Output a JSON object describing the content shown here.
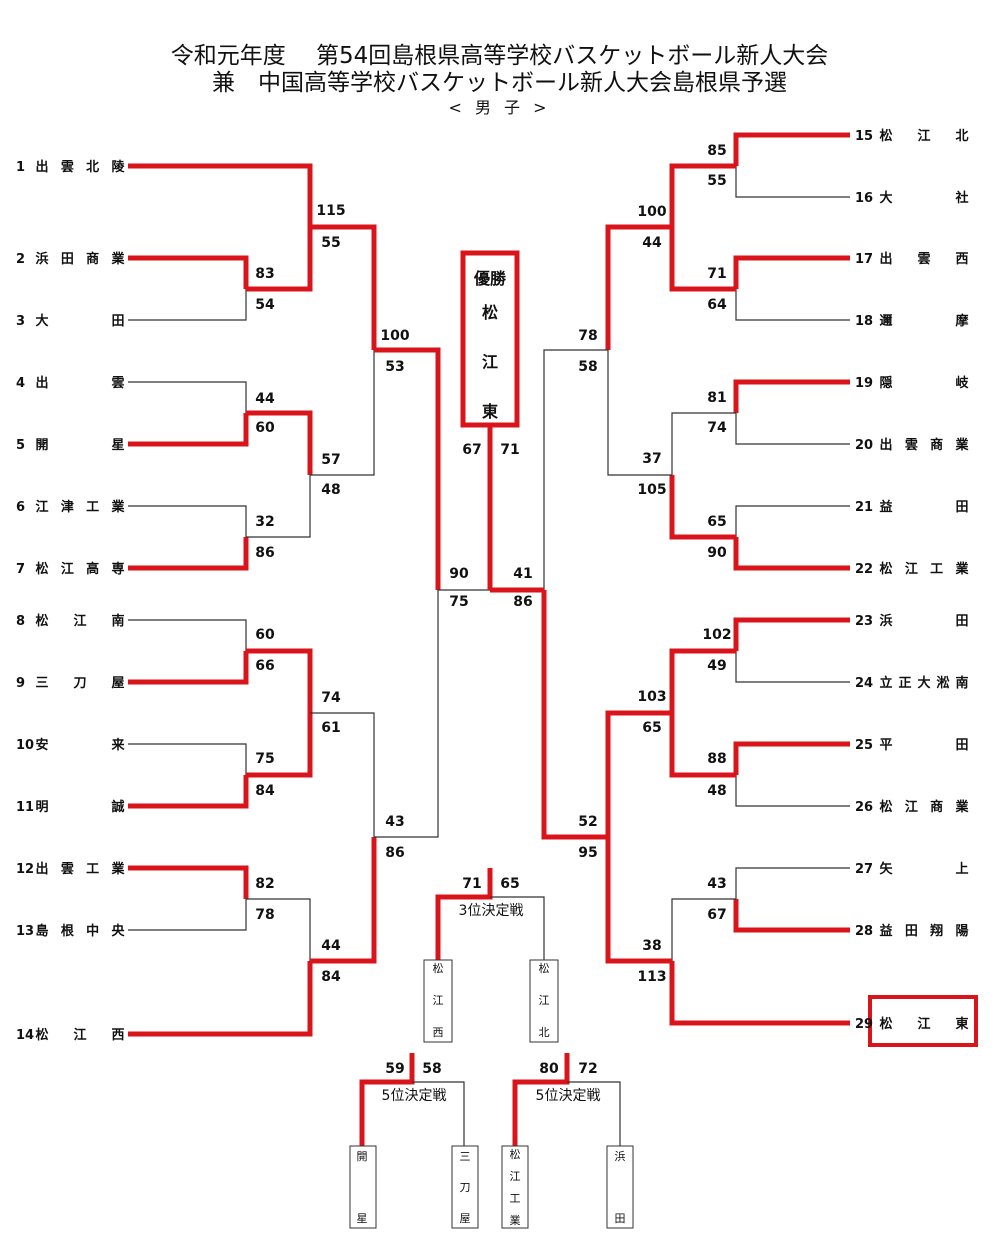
{
  "header": {
    "line1": "令和元年度　 第54回島根県高等学校バスケットボール新人大会",
    "line2": "兼　中国高等学校バスケットボール新人大会島根県予選",
    "division": "< 男 子 >"
  },
  "teams_left": [
    {
      "num": "1",
      "name": "出雲北陵"
    },
    {
      "num": "2",
      "name": "浜田商業"
    },
    {
      "num": "3",
      "name": "大　田"
    },
    {
      "num": "4",
      "name": "出　雲"
    },
    {
      "num": "5",
      "name": "開　星"
    },
    {
      "num": "6",
      "name": "江津工業"
    },
    {
      "num": "7",
      "name": "松江高専"
    },
    {
      "num": "8",
      "name": "松江南"
    },
    {
      "num": "9",
      "name": "三刀屋"
    },
    {
      "num": "10",
      "name": "安　来"
    },
    {
      "num": "11",
      "name": "明　誠"
    },
    {
      "num": "12",
      "name": "出雲工業"
    },
    {
      "num": "13",
      "name": "島根中央"
    },
    {
      "num": "14",
      "name": "松江西"
    }
  ],
  "teams_right": [
    {
      "num": "15",
      "name": "松江北"
    },
    {
      "num": "16",
      "name": "大　社"
    },
    {
      "num": "17",
      "name": "出雲西"
    },
    {
      "num": "18",
      "name": "邇　摩"
    },
    {
      "num": "19",
      "name": "隠　岐"
    },
    {
      "num": "20",
      "name": "出雲商業"
    },
    {
      "num": "21",
      "name": "益　田"
    },
    {
      "num": "22",
      "name": "松江工業"
    },
    {
      "num": "23",
      "name": "浜　田"
    },
    {
      "num": "24",
      "name": "立正大淞南"
    },
    {
      "num": "25",
      "name": "平　田"
    },
    {
      "num": "26",
      "name": "松江商業"
    },
    {
      "num": "27",
      "name": "矢　上"
    },
    {
      "num": "28",
      "name": "益田翔陽"
    },
    {
      "num": "29",
      "name": "松江東"
    }
  ],
  "scores": {
    "l_1_115": "115",
    "l_1_55": "55",
    "l_2_83": "83",
    "l_2_54": "54",
    "l_3_100": "100",
    "l_3_53": "53",
    "l_4_44": "44",
    "l_4_60": "60",
    "l_5_57": "57",
    "l_5_48": "48",
    "l_6_32": "32",
    "l_6_86": "86",
    "l_7_60": "60",
    "l_7_66": "66",
    "l_8_74": "74",
    "l_8_61": "61",
    "l_9_75": "75",
    "l_9_84": "84",
    "l_10_43": "43",
    "l_10_86": "86",
    "l_11_82": "82",
    "l_11_78": "78",
    "l_12_44": "44",
    "l_12_84": "84",
    "semi_l_90": "90",
    "semi_l_75": "75",
    "final_l": "67",
    "r_1_85": "85",
    "r_1_55": "55",
    "r_2_100": "100",
    "r_2_44": "44",
    "r_3_71": "71",
    "r_3_64": "64",
    "r_4_78": "78",
    "r_4_58": "58",
    "r_5_81": "81",
    "r_5_74": "74",
    "r_6_37": "37",
    "r_6_105": "105",
    "r_7_65": "65",
    "r_7_90": "90",
    "r_8_102": "102",
    "r_8_49": "49",
    "r_9_103": "103",
    "r_9_65": "65",
    "r_10_88": "88",
    "r_10_48": "48",
    "r_11_52": "52",
    "r_11_95": "95",
    "r_12_43": "43",
    "r_12_67": "67",
    "r_13_38": "38",
    "r_13_113": "113",
    "semi_r_41": "41",
    "semi_r_86": "86",
    "final_r": "71",
    "third_l": "71",
    "third_r": "65",
    "fifth1_l": "59",
    "fifth1_r": "58",
    "fifth2_l": "80",
    "fifth2_r": "72"
  },
  "champion": {
    "label": "優勝",
    "name": "松江東"
  },
  "third_place": {
    "label": "3位決定戦",
    "left": "松江西",
    "right": "松江北"
  },
  "fifth_place_1": {
    "label": "5位決定戦",
    "left": "開星",
    "right": "三刀屋"
  },
  "fifth_place_2": {
    "label": "5位決定戦",
    "left": "松江工業",
    "right": "浜田"
  },
  "colors": {
    "win": "#d9151b",
    "line": "#333333"
  }
}
